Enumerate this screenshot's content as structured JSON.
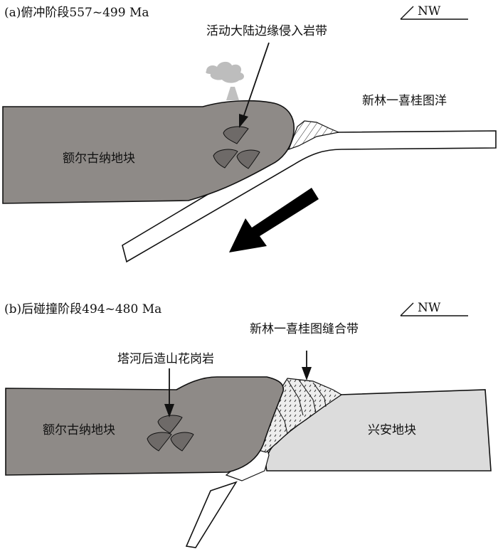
{
  "panel_a": {
    "title": "(a)俯冲阶段557~499 Ma",
    "direction": "NW",
    "arc_label": "活动大陆边缘侵入岩带",
    "ocean_label": "新林一喜桂图洋",
    "block_label": "额尔古纳地块"
  },
  "panel_b": {
    "title": "(b)后碰撞阶段494~480  Ma",
    "direction": "NW",
    "suture_label": "新林一喜桂图缝合带",
    "granite_label": "塔河后造山花岗岩",
    "left_block_label": "额尔古纳地块",
    "right_block_label": "兴安地块"
  },
  "colors": {
    "block_dark": "#8e8a87",
    "block_light": "#dcdcdc",
    "pluton": "#6e6a68",
    "arrow": "#000000"
  }
}
